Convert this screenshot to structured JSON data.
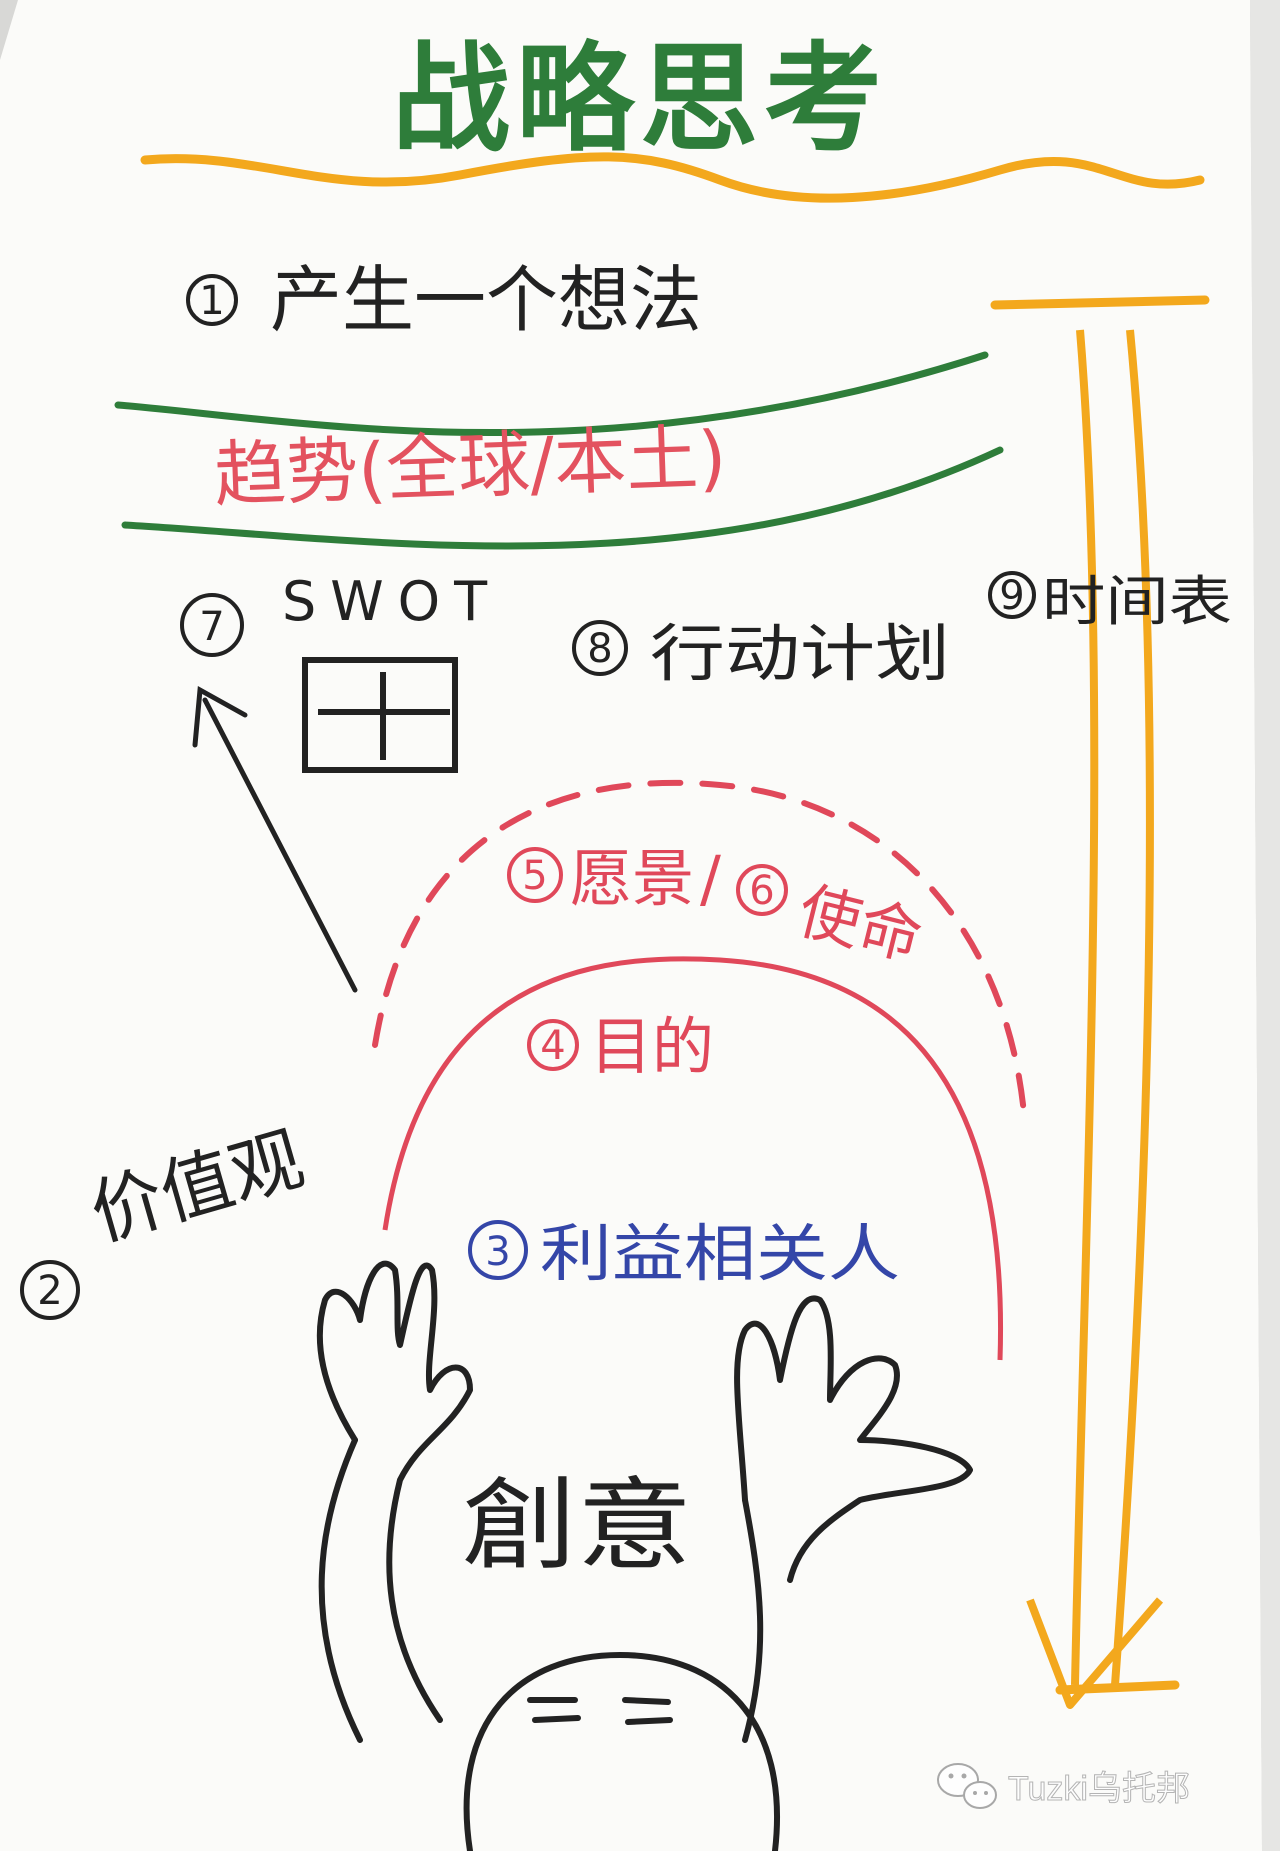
{
  "title": "战略思考",
  "items": {
    "idea": {
      "num": "1",
      "label": "产生一个想法"
    },
    "trend": {
      "label": "趋势(全球/本土)"
    },
    "values": {
      "num": "2",
      "label": "价值观"
    },
    "stakeholders": {
      "num": "3",
      "label": "利益相关人"
    },
    "purpose": {
      "num": "4",
      "label": "目的"
    },
    "vision": {
      "num": "5",
      "label": "愿景"
    },
    "mission": {
      "num": "6",
      "label": "使命"
    },
    "swot": {
      "num": "7",
      "label": "SWOT"
    },
    "action": {
      "num": "8",
      "label": "行动计划"
    },
    "timeline": {
      "num": "9",
      "label": "时间表"
    }
  },
  "face_text": "創意",
  "watermark": "Tuzki乌托邦",
  "icons": [
    "wechat-icon",
    "swot-grid-icon",
    "arrow-up-left-icon",
    "timeline-arrow-icon"
  ],
  "colors": {
    "title": "#2e7d3a",
    "wave": "#f3a81d",
    "trend_lines": "#2e7d3a",
    "trend_text": "#e3525f",
    "ink": "#222222",
    "red": "#e0485a",
    "blue": "#3446a8",
    "paper": "#fbfbf9"
  }
}
